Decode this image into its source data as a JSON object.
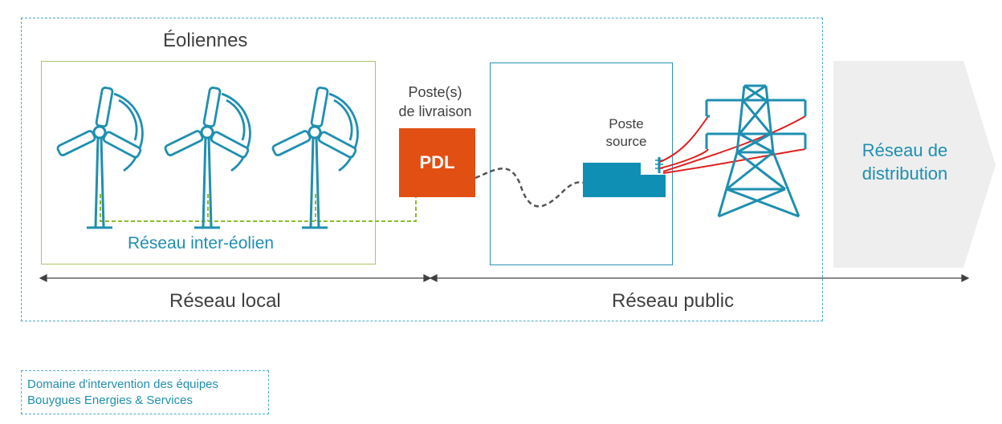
{
  "labels": {
    "eoliennes": "Éoliennes",
    "reseau_inter_eolien": "Réseau inter-éolien",
    "postes_livraison_line1": "Poste(s)",
    "postes_livraison_line2": "de livraison",
    "pdl": "PDL",
    "poste_source_line1": "Poste",
    "poste_source_line2": "source",
    "reseau_distribution_line1": "Réseau de",
    "reseau_distribution_line2": "distribution",
    "reseau_local": "Réseau local",
    "reseau_public": "Réseau public"
  },
  "legend": {
    "line1": "Domaine d'intervention des équipes",
    "line2": "Bouygues Energies & Services"
  },
  "colors": {
    "teal": "#1f8fb0",
    "domain_border": "#4aa9c6",
    "farm_border": "#a9c46a",
    "green_cable": "#8fba2a",
    "pdl": "#e24f12",
    "source_block": "#0f8fb3",
    "power_lines": "#e02020",
    "distribution_arrow": "#eeeeee",
    "text": "#404040"
  },
  "icons": [
    "wind-turbine-icon",
    "electricity-pylon-icon",
    "substation-icon"
  ]
}
